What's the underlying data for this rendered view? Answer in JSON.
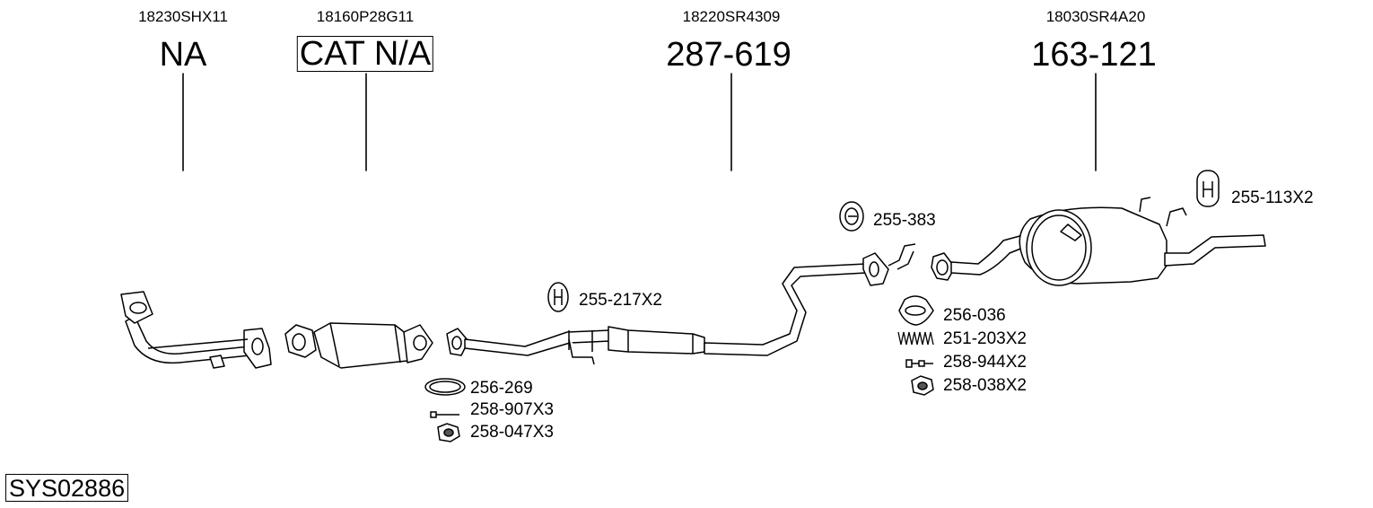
{
  "oem_numbers": [
    "18230SHX11",
    "18160P28G11",
    "18220SR4309",
    "18030SR4A20"
  ],
  "main_parts": [
    "NA",
    "CAT N/A",
    "287-619",
    "163-121"
  ],
  "accessories": {
    "hanger_rear": "255-113X2",
    "hanger_mid": "255-383",
    "hanger_front": "255-217X2",
    "gasket_front": "256-269",
    "bolt_front": "258-907X3",
    "nut_front": "258-047X3",
    "gasket_rear": "256-036",
    "spring_rear": "251-203X2",
    "bolt_rear": "258-944X2",
    "nut_rear": "258-038X2"
  },
  "system_id": "SYS02886"
}
